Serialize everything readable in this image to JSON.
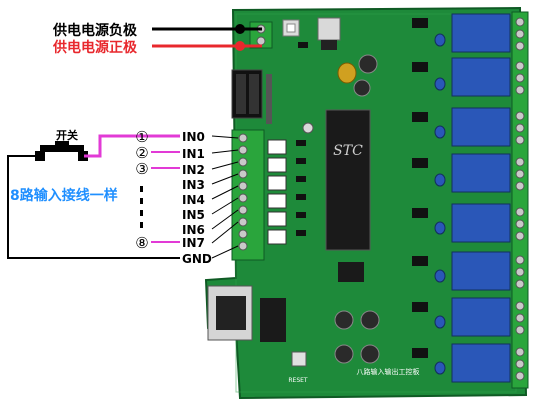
{
  "power": {
    "negative_label": "供电电源负极",
    "positive_label": "供电电源正极"
  },
  "switch": {
    "label": "开关"
  },
  "input_note": "8路输入接线一样",
  "inputs": [
    {
      "name": "IN0",
      "marker": "①"
    },
    {
      "name": "IN1",
      "marker": "②"
    },
    {
      "name": "IN2",
      "marker": "③"
    },
    {
      "name": "IN3",
      "marker": ""
    },
    {
      "name": "IN4",
      "marker": ""
    },
    {
      "name": "IN5",
      "marker": ""
    },
    {
      "name": "IN6",
      "marker": ""
    },
    {
      "name": "IN7",
      "marker": "⑧"
    }
  ],
  "gnd_label": "GND",
  "board": {
    "chip_label": "STC",
    "board_title": "八路输入输出工控板",
    "reset_label": "RESET"
  },
  "colors": {
    "negative_wire": "#000000",
    "positive_wire": "#e8282d",
    "input_wire": "#e23ad6",
    "note_text": "#1f8fff",
    "pcb": "#1e8a3a",
    "relay": "#2a57b8",
    "terminal": "#2aa53c"
  }
}
